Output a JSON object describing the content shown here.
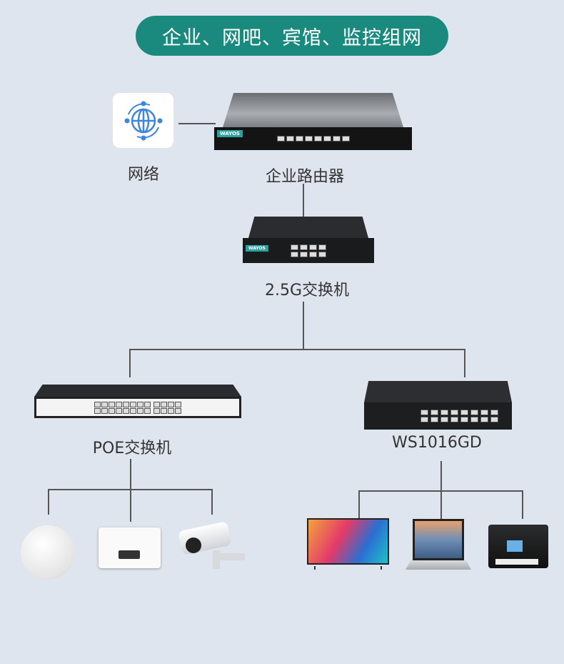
{
  "title": "企业、网吧、宾馆、监控组网",
  "nodes": {
    "internet": "网络",
    "router": "企业路由器",
    "core_switch": "2.5G交换机",
    "poe_switch": "POE交换机",
    "ws_switch": "WS1016GD"
  },
  "brand": "WAYOS",
  "colors": {
    "accent": "#1b8a7e",
    "background": "#dfe5ee"
  }
}
